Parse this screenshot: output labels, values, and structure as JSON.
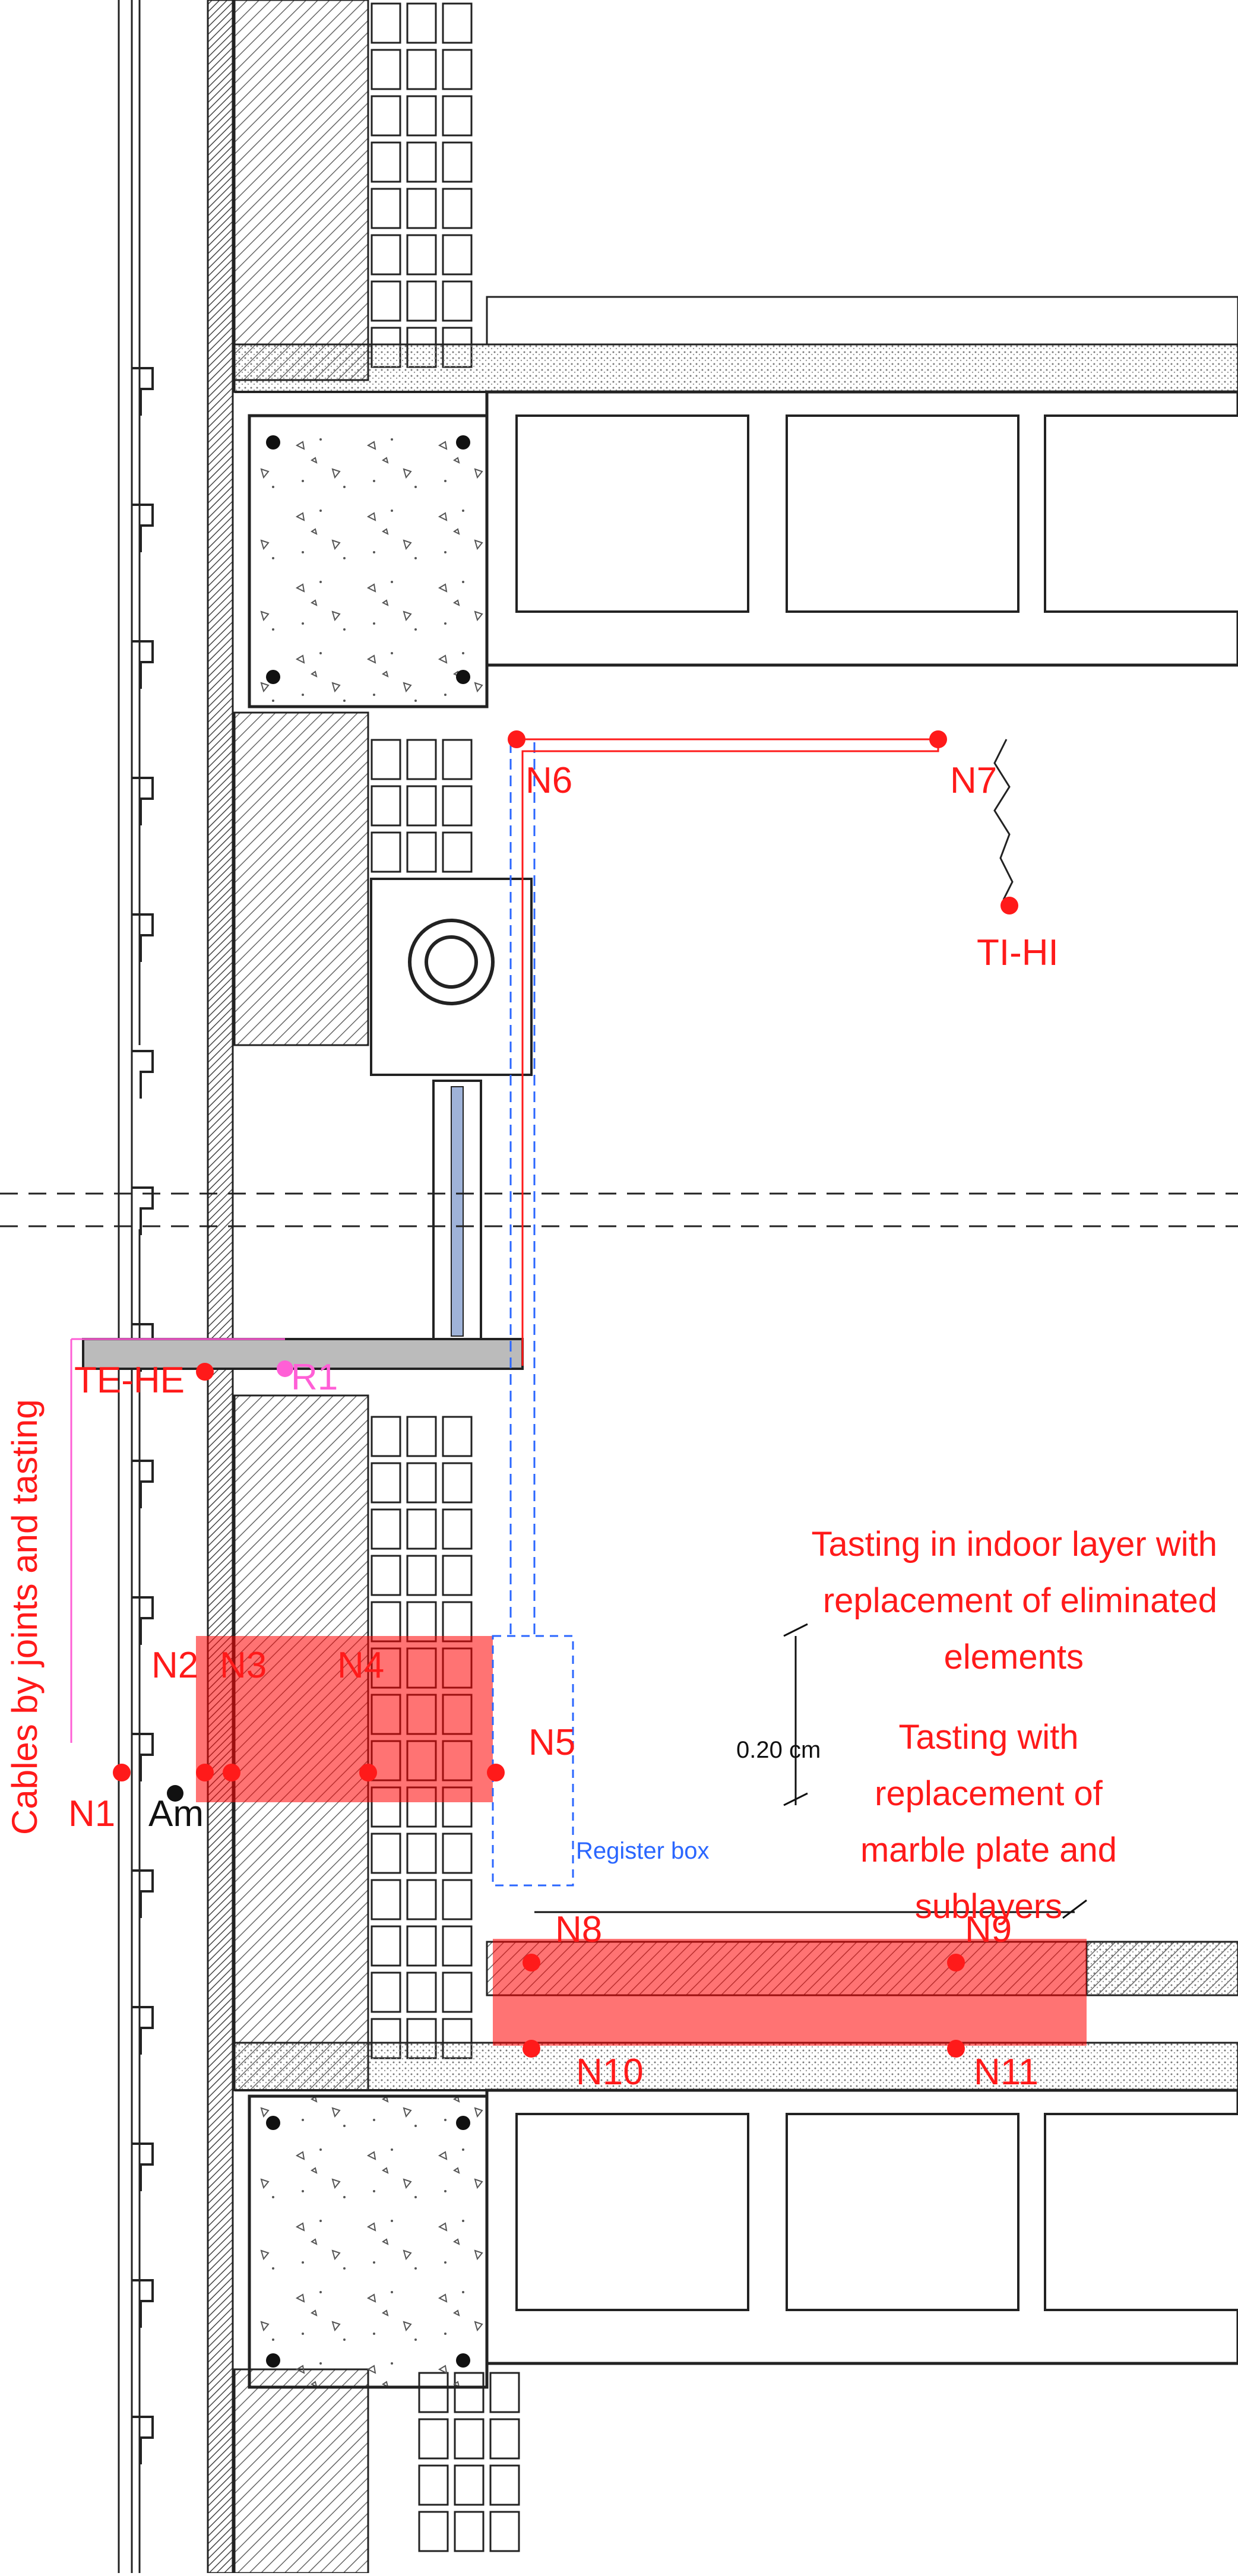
{
  "colors": {
    "line": "#222222",
    "hatch": "#555555",
    "sensor": "#ff1a1a",
    "sensor_text": "#ff1a1a",
    "accent_pink": "#ff5fd6",
    "register_blue": "#2a66ff",
    "highlight": "rgba(255,0,0,0.55)"
  },
  "labels": {
    "t_ext": "TE-HE",
    "r1": "R1",
    "t_int": "TI-HI",
    "cables": "Cables by joints and tasting",
    "amb": "Am",
    "register_box": "Register box",
    "dimension": "0.20 cm",
    "note_indoor": [
      "Tasting in indoor layer with",
      "replacement of eliminated",
      "elements"
    ],
    "note_marble": [
      "Tasting with",
      "replacement of",
      "marble plate and",
      "sublayers"
    ]
  },
  "sensors": {
    "n1": "N1",
    "n2": "N2",
    "n3": "N3",
    "n4": "N4",
    "n5": "N5",
    "n6": "N6",
    "n7": "N7",
    "n8": "N8",
    "n9": "N9",
    "n10": "N10",
    "n11": "N11"
  }
}
